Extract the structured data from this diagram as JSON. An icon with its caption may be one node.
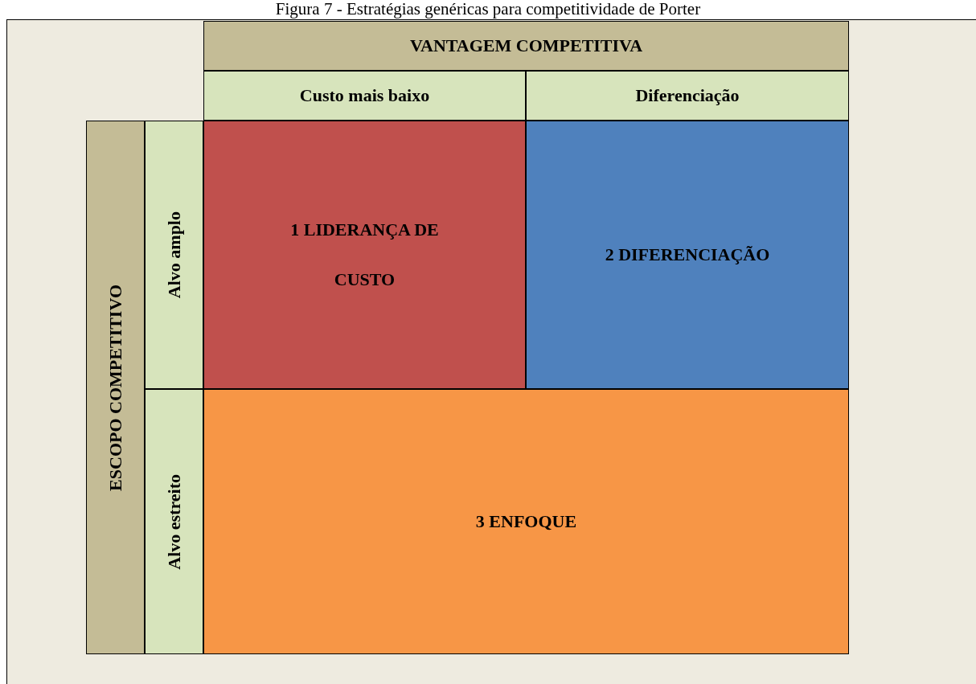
{
  "diagram": {
    "title": "Figura 7 - Estratégias genéricas para competitividade de Porter",
    "nodes": [
      {
        "text": [
          "VANTAGEM COMPETITIVA"
        ]
      },
      {
        "text": [
          "Custo mais baixo"
        ]
      },
      {
        "text": [
          "Diferenciação"
        ]
      },
      {
        "text": [
          "ESCOPO COMPETITIVO"
        ]
      },
      {
        "text": [
          "Alvo amplo"
        ]
      },
      {
        "text": [
          "Alvo estreito"
        ]
      },
      {
        "text": [
          "1 LIDERANÇA DE CUSTO"
        ]
      },
      {
        "text": [
          "2 DIFERENCIAÇÃO"
        ]
      },
      {
        "text": [
          "3 ENFOQUE"
        ]
      }
    ]
  }
}
